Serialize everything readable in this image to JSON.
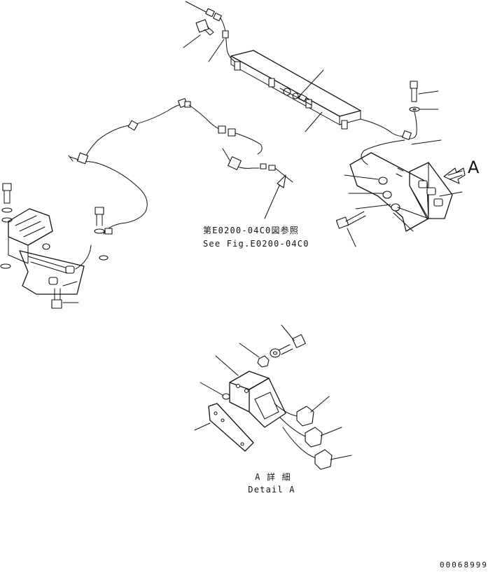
{
  "references": {
    "see_fig_ja": "第E0200-04C0図参照",
    "see_fig_en": "See Fig.E0200-04C0"
  },
  "view_marker": {
    "letter": "A"
  },
  "detail": {
    "title_ja": "A 詳 細",
    "title_en": "Detail A"
  },
  "drawing_number": "00068999"
}
